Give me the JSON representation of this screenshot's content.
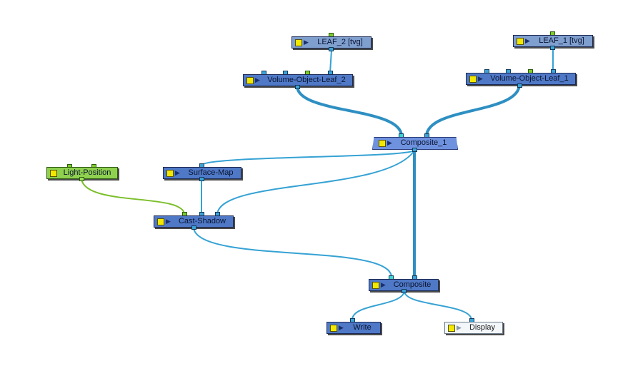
{
  "colors": {
    "wire": "#35a2d4",
    "wire_green": "#7bbf2a",
    "node_blue": "#4f79c7",
    "node_grey": "#7f9fcf",
    "node_green": "#8fd14f",
    "node_light": "#f3f7fa"
  },
  "nodes": {
    "leaf2": {
      "label": "LEAF_2  [tvg]"
    },
    "leaf1": {
      "label": "LEAF_1  [tvg]"
    },
    "volume_leaf2": {
      "label": "Volume-Object-Leaf_2"
    },
    "volume_leaf1": {
      "label": "Volume-Object-Leaf_1"
    },
    "composite_1": {
      "label": "Composite_1"
    },
    "light_position": {
      "label": "Light-Position"
    },
    "surface_map": {
      "label": "Surface-Map"
    },
    "cast_shadow": {
      "label": "Cast-Shadow"
    },
    "composite": {
      "label": "Composite"
    },
    "write": {
      "label": "Write"
    },
    "display": {
      "label": "Display"
    }
  },
  "icons": {
    "enable": "enable-toggle-icon",
    "arrow": "play-arrow-icon",
    "arrow_glyph": "▶"
  }
}
